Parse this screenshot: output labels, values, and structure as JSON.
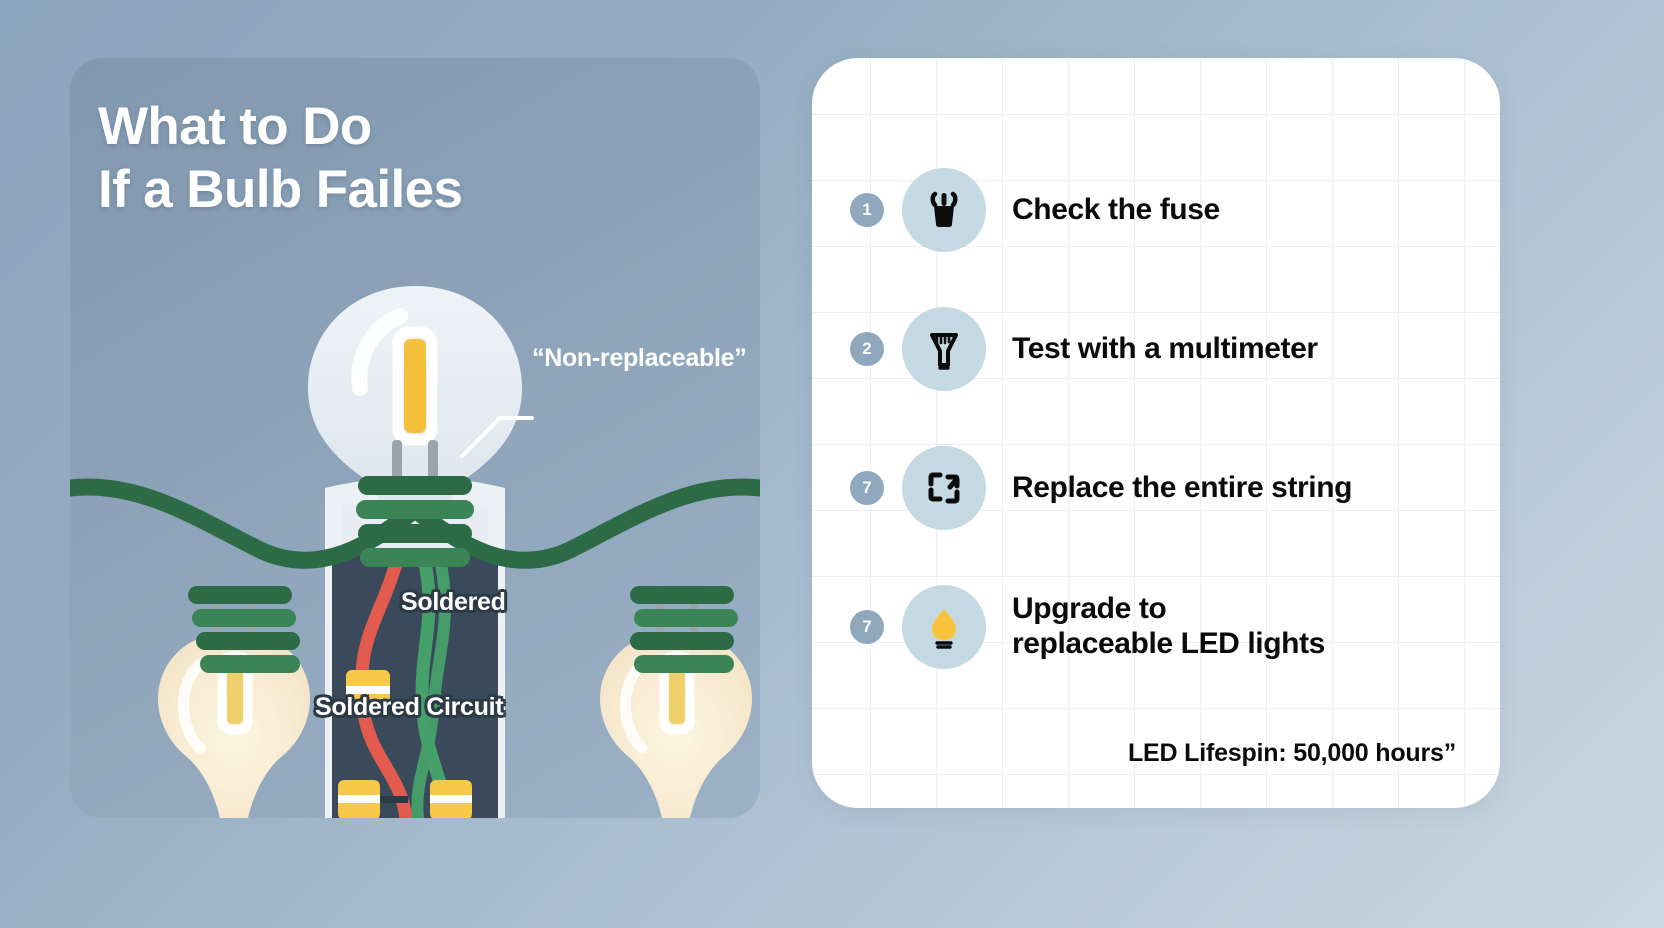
{
  "title": "What to Do\nIf a Bulb Failes",
  "illustration": {
    "callout_label": "“Non-replaceable”",
    "wire_label_top": "Soldered",
    "wire_label_bottom": "Soldered Circuit",
    "colors": {
      "cord_green": "#2d6b46",
      "cord_green_light": "#3a8456",
      "bulb_glass": "#e3eaf0",
      "bulb_glow": "#f7eccd",
      "filament_amber": "#f5c13d",
      "board_navy": "#3a4a5a",
      "wire_red": "#e35b4f",
      "wire_green": "#46a06a",
      "resistor_yellow": "#f8c84a"
    }
  },
  "steps": [
    {
      "number": "1",
      "label": "Check the fuse",
      "icon": "plug-icon"
    },
    {
      "number": "2",
      "label": "Test with a multimeter",
      "icon": "multimeter-probe-icon"
    },
    {
      "number": "7",
      "label": "Replace the entire string",
      "icon": "replace-arrows-icon"
    },
    {
      "number": "7",
      "label": "Upgrade to\nreplaceable LED lights",
      "icon": "led-bulb-icon"
    }
  ],
  "footer_note": "LED Lifespin: 50,000 hours”",
  "theme": {
    "page_bg_start": "#8ca5be",
    "page_bg_end": "#cbd7e2",
    "left_card_bg": "#8ba2b8",
    "right_card_bg": "#ffffff",
    "badge_bg": "#8fa8be",
    "icon_circle_bg": "#c5d9e2",
    "text_dark": "#0b0b0c",
    "grid_line": "#eceff2"
  }
}
